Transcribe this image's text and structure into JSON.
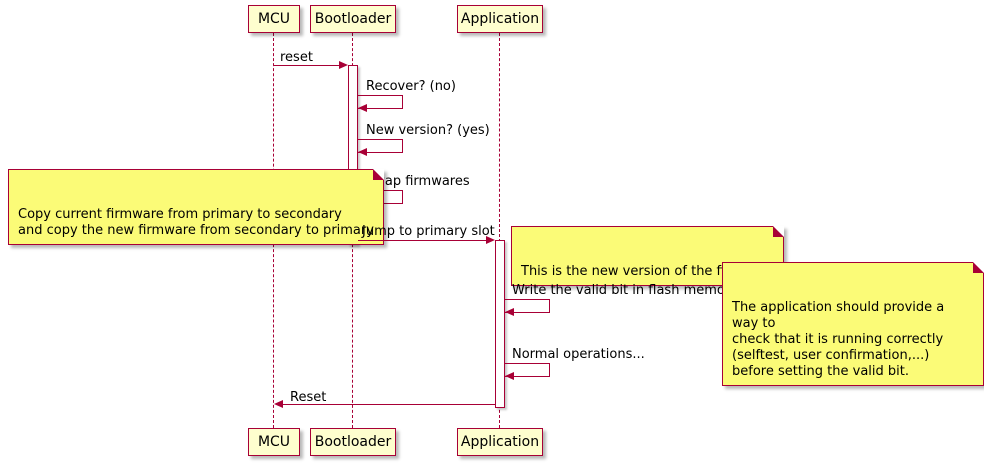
{
  "participants": [
    "MCU",
    "Bootloader",
    "Application"
  ],
  "messages": {
    "reset": "reset",
    "recover": "Recover? (no)",
    "new_version": "New version? (yes)",
    "swap": "Swap firmwares",
    "jump": "Jump to primary slot",
    "write_valid": "Write the valid bit in flash memory",
    "normal_ops": "Normal operations...",
    "reset_back": "Reset"
  },
  "notes": {
    "copy": "Copy current firmware from primary to secondary\nand copy the new firmware from secondary to primary",
    "new_firmware": "This is the new version of the firmware",
    "selftest": "The application should provide a way to\ncheck that it is running correctly\n(selftest, user confirmation,...)\nbefore setting the valid bit."
  },
  "colors": {
    "participant_fill": "#FEFECE",
    "note_fill": "#FBFB77",
    "border": "#A80036",
    "arrow": "#A80036"
  }
}
